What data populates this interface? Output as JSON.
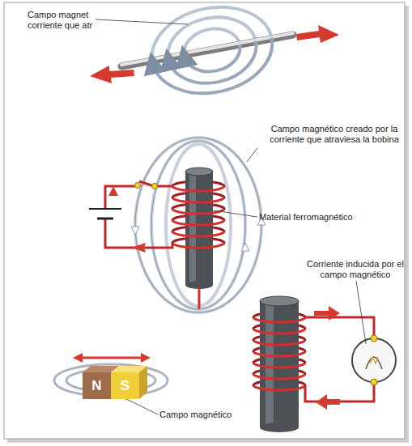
{
  "diagram": {
    "nodes": [
      {
        "text": [
          "N"
        ]
      },
      {
        "text": [
          "S"
        ]
      }
    ],
    "labels": [
      "Campo magnet corriente que atr",
      "Campo magnético creado por la corriente que atraviesa la bobina",
      "Material ferromagnético",
      "Corriente inducida por el campo magnético",
      "Campo magnético"
    ]
  }
}
